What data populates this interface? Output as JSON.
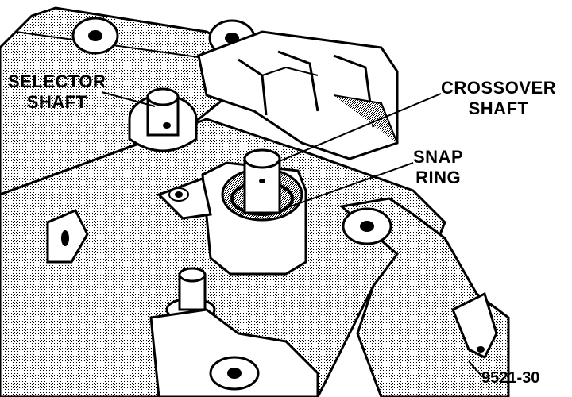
{
  "figure": {
    "id": "9521-30",
    "labels": [
      {
        "key": "selector_shaft",
        "lines": [
          "SELECTOR",
          "SHAFT"
        ]
      },
      {
        "key": "crossover_shaft",
        "lines": [
          "CROSSOVER",
          "SHAFT"
        ]
      },
      {
        "key": "snap_ring",
        "lines": [
          "SNAP",
          "RING"
        ]
      }
    ]
  }
}
